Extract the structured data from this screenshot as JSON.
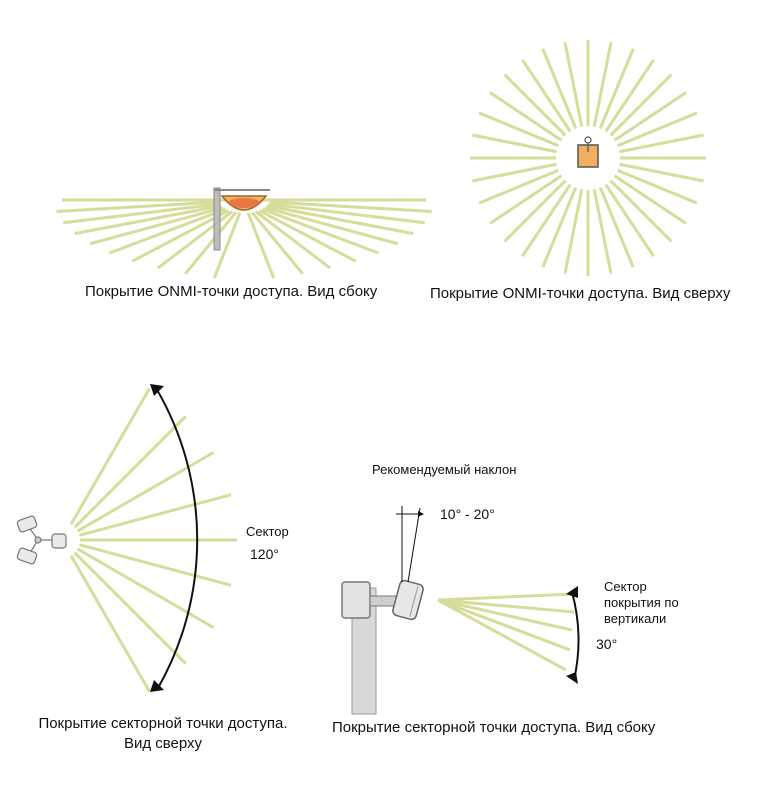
{
  "captions": {
    "omni_side": "Покрытие ONMI-точки доступа. Вид сбоку",
    "omni_top": "Покрытие ONMI-точки доступа. Вид сверху",
    "sector_top_line1": "Покрытие секторной точки доступа.",
    "sector_top_line2": "Вид сверху",
    "sector_side": "Покрытие секторной точки доступа. Вид сбоку"
  },
  "annotations": {
    "sector_label": "Сектор",
    "sector_angle": "120°",
    "tilt_title": "Рекомендуемый наклон",
    "tilt_range": "10° - 20°",
    "vertical_line1": "Сектор",
    "vertical_line2": "покрытия по",
    "vertical_line3": "вертикали",
    "vertical_angle": "30°"
  },
  "colors": {
    "ray": "#d6dc9a",
    "device_orange": "#f2b05e",
    "device_outline": "#9a6b2c",
    "pole": "#b8b8b8",
    "arrow": "#111111"
  }
}
